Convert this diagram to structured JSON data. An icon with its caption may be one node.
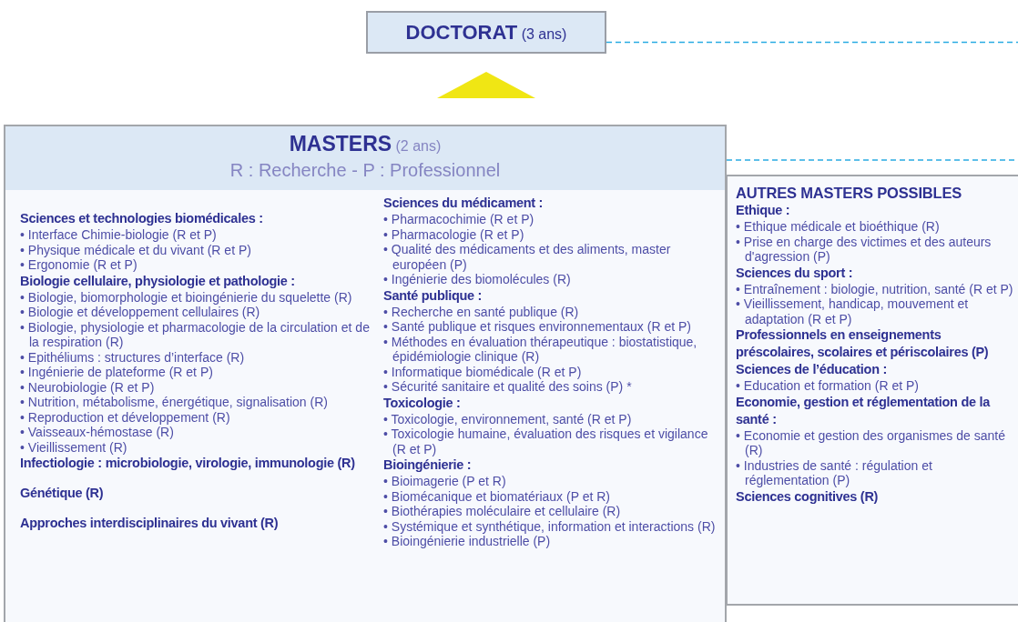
{
  "diagram": {
    "nodes": [
      {
        "text": [
          "**DOCTORAT** (3 ans)"
        ]
      },
      {
        "text": [
          "**MASTERS** (2 ans)",
          "R : Recherche - P : Professionnel",
          "Sciences et technologies biomédicales :",
          "• Interface Chimie-biologie (R et P)",
          "• Physique médicale et du vivant (R et P)",
          "• Ergonomie (R et P)",
          "Biologie cellulaire, physiologie et pathologie :",
          "• Biologie, biomorphologie et bioingénierie du squelette (R)",
          "• Biologie et développement cellulaires (R)",
          "• Biologie, physiologie et pharmacologie de la circulation et de la respiration (R)",
          "• Epithéliums : structures d’interface (R)",
          "• Ingénierie de plateforme (R et P)",
          "• Neurobiologie (R et P)",
          "• Nutrition, métabolisme, énergétique, signalisation (R)",
          "• Reproduction et développement (R)",
          "• Vaisseaux-hémostase (R)",
          "• Vieillissement (R)",
          "Infectiologie : microbiologie, virologie, immunologie (R)",
          "Génétique (R)",
          "Approches interdisciplinaires du vivant (R)",
          "Sciences du médicament :",
          "• Pharmacochimie (R et P)",
          "• Pharmacologie (R et P)",
          "• Qualité des médicaments et des aliments, master européen (P)",
          "• Ingénierie des biomolécules (R)",
          "Santé publique :",
          "• Recherche en santé publique (R)",
          "• Santé publique et risques environnementaux (R et P)",
          "• Méthodes en évaluation thérapeutique : biostatistique, épidémiologie clinique (R)",
          "• Informatique biomédicale (R et P)",
          "• Sécurité sanitaire et qualité des soins (P) *",
          "Toxicologie :",
          "• Toxicologie, environnement, santé (R et P)",
          "• Toxicologie humaine, évaluation des risques et vigilance (R et P)",
          "Bioingénierie :",
          "• Bioimagerie (P et R)",
          "• Biomécanique et biomatériaux (P et R)",
          "• Biothérapies moléculaire et cellulaire (R)",
          "• Systémique et synthétique, information et interactions (R)",
          "• Bioingénierie industrielle (P)"
        ]
      },
      {
        "text": [
          "AUTRES MASTERS POSSIBLES",
          "Ethique :",
          "• Ethique médicale et bioéthique (R)",
          "• Prise en charge des victimes et des auteurs d'agression (P)",
          "Sciences du sport :",
          "• Entraînement : biologie, nutrition, santé (R et P)",
          "• Vieillissement, handicap, mouvement et adaptation (R et P)",
          "Professionnels en enseignements préscolaires, scolaires et périscolaires (P)",
          "Sciences de l’éducation :",
          "• Education et formation (R et P)",
          "Economie, gestion et réglementation de la santé :",
          "• Economie et gestion des organismes de santé (R)",
          "• Industries de santé : régulation et réglementation (P)",
          "Sciences cognitives (R)"
        ]
      }
    ],
    "edges": [
      {
        "from": 1,
        "to": 0,
        "arrow": "to",
        "color": "#f0e614"
      },
      {
        "from": 0,
        "to": null,
        "arrow": "none",
        "style": "dashed",
        "color": "#29abe2"
      },
      {
        "from": 1,
        "to": null,
        "arrow": "none",
        "style": "dashed",
        "color": "#29abe2"
      }
    ]
  }
}
